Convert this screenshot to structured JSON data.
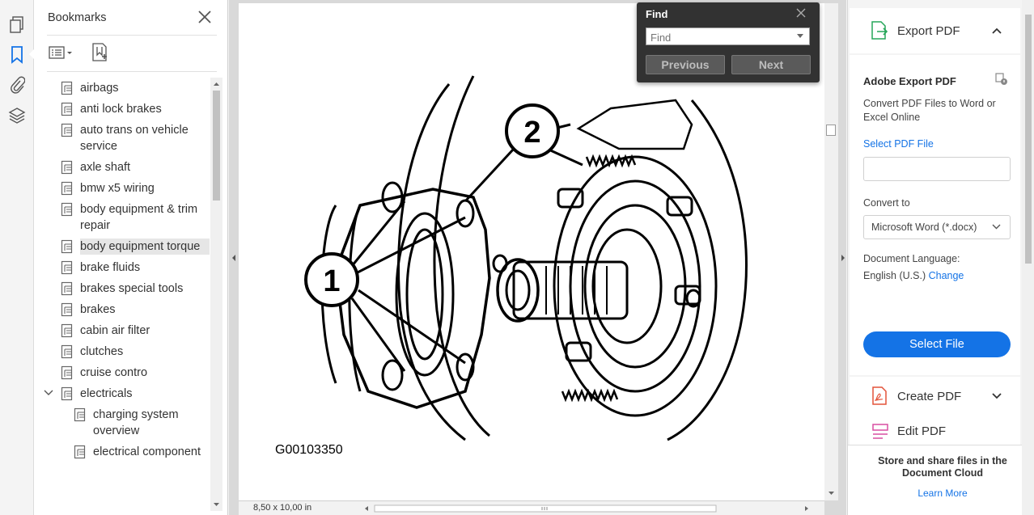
{
  "bookmarks_panel": {
    "title": "Bookmarks",
    "items": [
      {
        "label": "airbags"
      },
      {
        "label": "anti lock brakes"
      },
      {
        "label": "auto trans on vehicle service"
      },
      {
        "label": "axle shaft"
      },
      {
        "label": "bmw x5 wiring"
      },
      {
        "label": "body equipment & trim repair"
      },
      {
        "label": "body equipment torque"
      },
      {
        "label": "brake fluids"
      },
      {
        "label": "brakes special tools"
      },
      {
        "label": "brakes"
      },
      {
        "label": "cabin air filter"
      },
      {
        "label": "clutches"
      },
      {
        "label": "cruise contro"
      },
      {
        "label": "electricals"
      },
      {
        "label": "charging system overview"
      },
      {
        "label": "electrical component"
      }
    ]
  },
  "document": {
    "figure_code": "G00103350",
    "callouts": [
      "1",
      "2"
    ],
    "page_size": "8,50 x 10,00 in"
  },
  "find": {
    "title": "Find",
    "placeholder": "Find",
    "previous_label": "Previous",
    "next_label": "Next"
  },
  "tools_panel": {
    "export_pdf": {
      "label": "Export PDF",
      "heading": "Adobe Export PDF",
      "description": "Convert PDF Files to Word or Excel Online",
      "select_pdf_label": "Select PDF File",
      "convert_to_label": "Convert to",
      "convert_to_value": "Microsoft Word (*.docx)",
      "language_label": "Document Language:",
      "language_value": "English (U.S.)",
      "change_label": "Change",
      "select_file_button": "Select File"
    },
    "create_pdf_label": "Create PDF",
    "edit_pdf_label": "Edit PDF",
    "cloud_text": "Store and share files in the Document Cloud",
    "learn_more": "Learn More"
  },
  "colors": {
    "accent": "#1473e6",
    "find_bg": "#323232",
    "selected_item": "#e6e6e6"
  }
}
